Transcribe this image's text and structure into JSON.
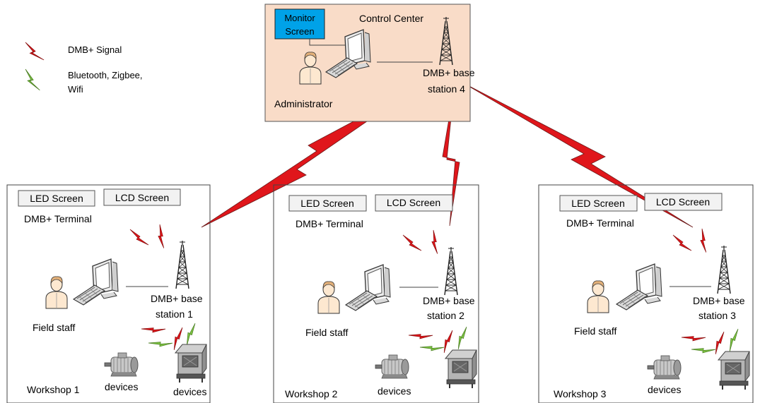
{
  "legend": {
    "dmb_signal": "DMB+ Signal",
    "wireless_line1": "Bluetooth, Zigbee,",
    "wireless_line2": "Wifi"
  },
  "control_center": {
    "title": "Control Center",
    "monitor_line1": "Monitor",
    "monitor_line2": "Screen",
    "station_line1": "DMB+ base",
    "station_line2": "station 4",
    "role": "Administrator"
  },
  "workshops": [
    {
      "name": "Workshop 1",
      "led": "LED Screen",
      "lcd": "LCD Screen",
      "terminal": "DMB+ Terminal",
      "station_line1": "DMB+ base",
      "station_line2": "station 1",
      "staff": "Field staff",
      "devices_a": "devices",
      "devices_b": "devices"
    },
    {
      "name": "Workshop 2",
      "led": "LED Screen",
      "lcd": "LCD Screen",
      "terminal": "DMB+ Terminal",
      "station_line1": "DMB+ base",
      "station_line2": "station 2",
      "staff": "Field staff",
      "devices_a": "devices"
    },
    {
      "name": "Workshop 3",
      "led": "LED Screen",
      "lcd": "LCD Screen",
      "terminal": "DMB+ Terminal",
      "station_line1": "DMB+ base",
      "station_line2": "station 3",
      "staff": "Field staff",
      "devices_a": "devices"
    }
  ],
  "colors": {
    "control_center_fill": "#f9dcc8",
    "monitor_fill": "#00a2e8",
    "dmb_signal": "#e0161b",
    "wireless_signal": "#7cc242"
  }
}
